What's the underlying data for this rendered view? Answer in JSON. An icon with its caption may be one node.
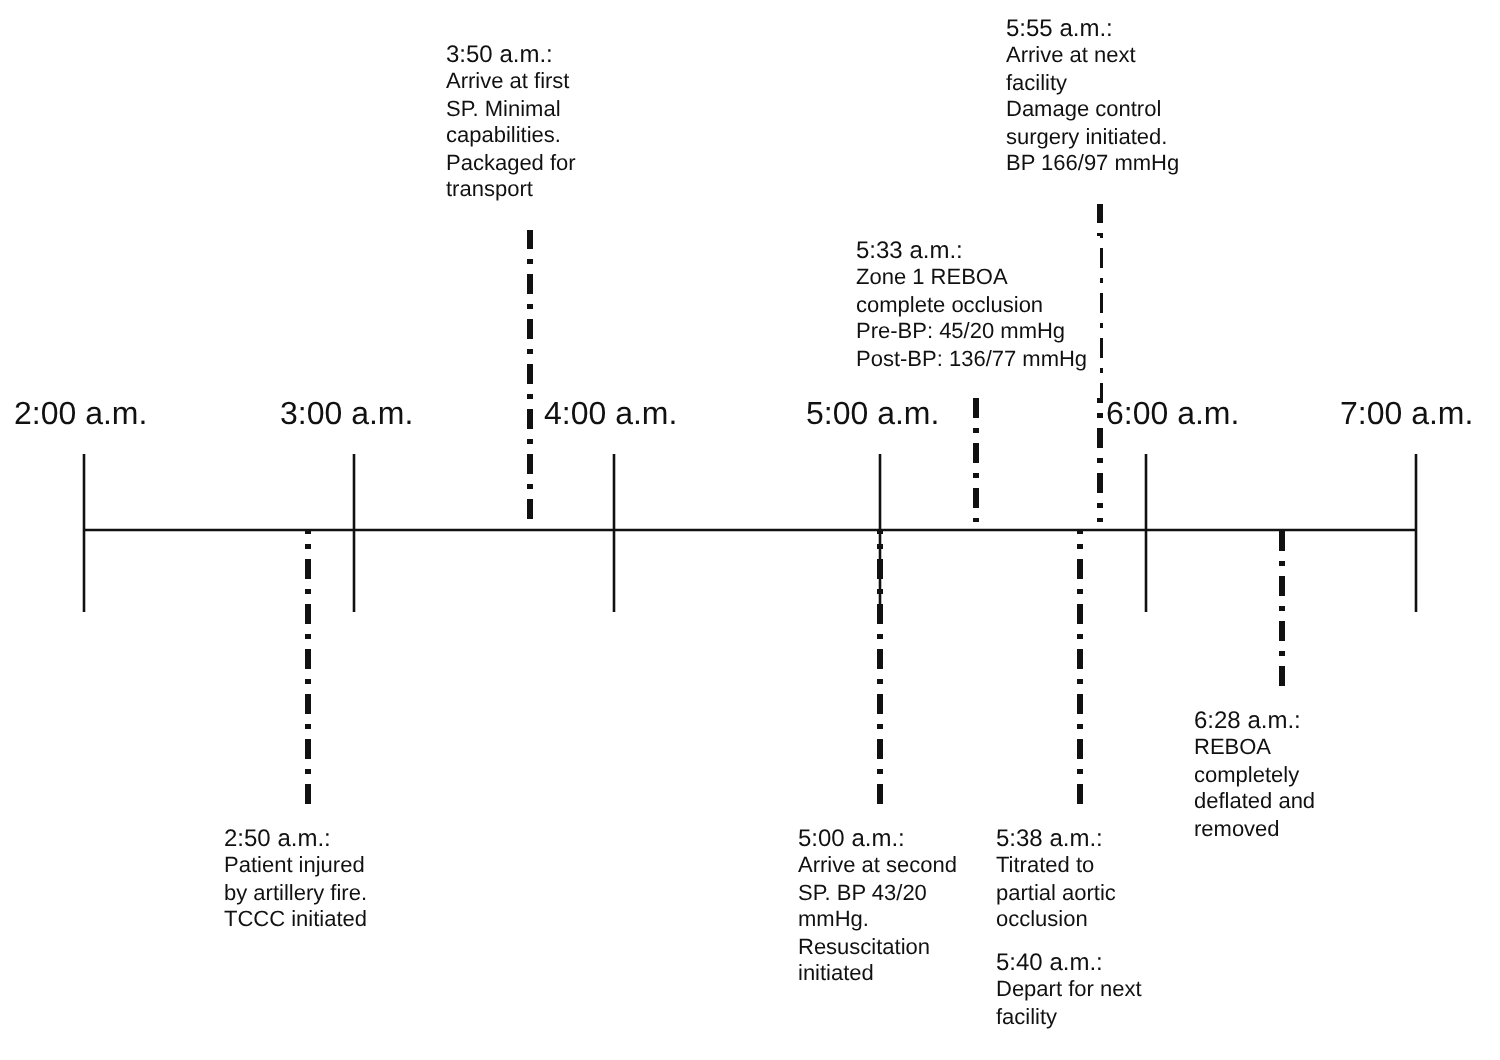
{
  "diagram": {
    "nodes": [
      {
        "text": [
          "2:50 a.m.:",
          "Patient injured by artillery fire. TCCC initiated"
        ]
      },
      {
        "text": [
          "3:50 a.m.:",
          "Arrive at first SP. Minimal capabilities. Packaged for transport"
        ]
      },
      {
        "text": [
          "5:00 a.m.:",
          "Arrive at second SP. BP 43/20 mmHg. Resuscitation initiated"
        ]
      },
      {
        "text": [
          "5:33 a.m.:",
          "Zone 1 REBOA complete occlusion",
          "Pre-BP: 45/20 mmHg",
          "Post-BP: 136/77 mmHg"
        ]
      },
      {
        "text": [
          "5:38 a.m.:",
          "Titrated to partial aortic occlusion"
        ]
      },
      {
        "text": [
          "5:40 a.m.:",
          "Depart for next facility"
        ]
      },
      {
        "text": [
          "5:55 a.m.:",
          "Arrive at next facility",
          "Damage control surgery initiated.",
          "BP 166/97 mmHg"
        ]
      },
      {
        "text": [
          "6:28 a.m.:",
          "REBOA completely deflated and removed"
        ]
      }
    ],
    "edges": [
      {
        "from": 0,
        "to": null,
        "arrow": "none"
      },
      {
        "from": 1,
        "to": null,
        "arrow": "none"
      },
      {
        "from": 2,
        "to": null,
        "arrow": "none"
      },
      {
        "from": 3,
        "to": null,
        "arrow": "none"
      },
      {
        "from": 4,
        "to": null,
        "arrow": "none"
      },
      {
        "from": 6,
        "to": null,
        "arrow": "none"
      },
      {
        "from": 7,
        "to": null,
        "arrow": "none"
      }
    ],
    "labels": [
      "2:00 a.m.",
      "3:00 a.m.",
      "4:00 a.m.",
      "5:00 a.m.",
      "6:00 a.m.",
      "7:00 a.m."
    ]
  }
}
